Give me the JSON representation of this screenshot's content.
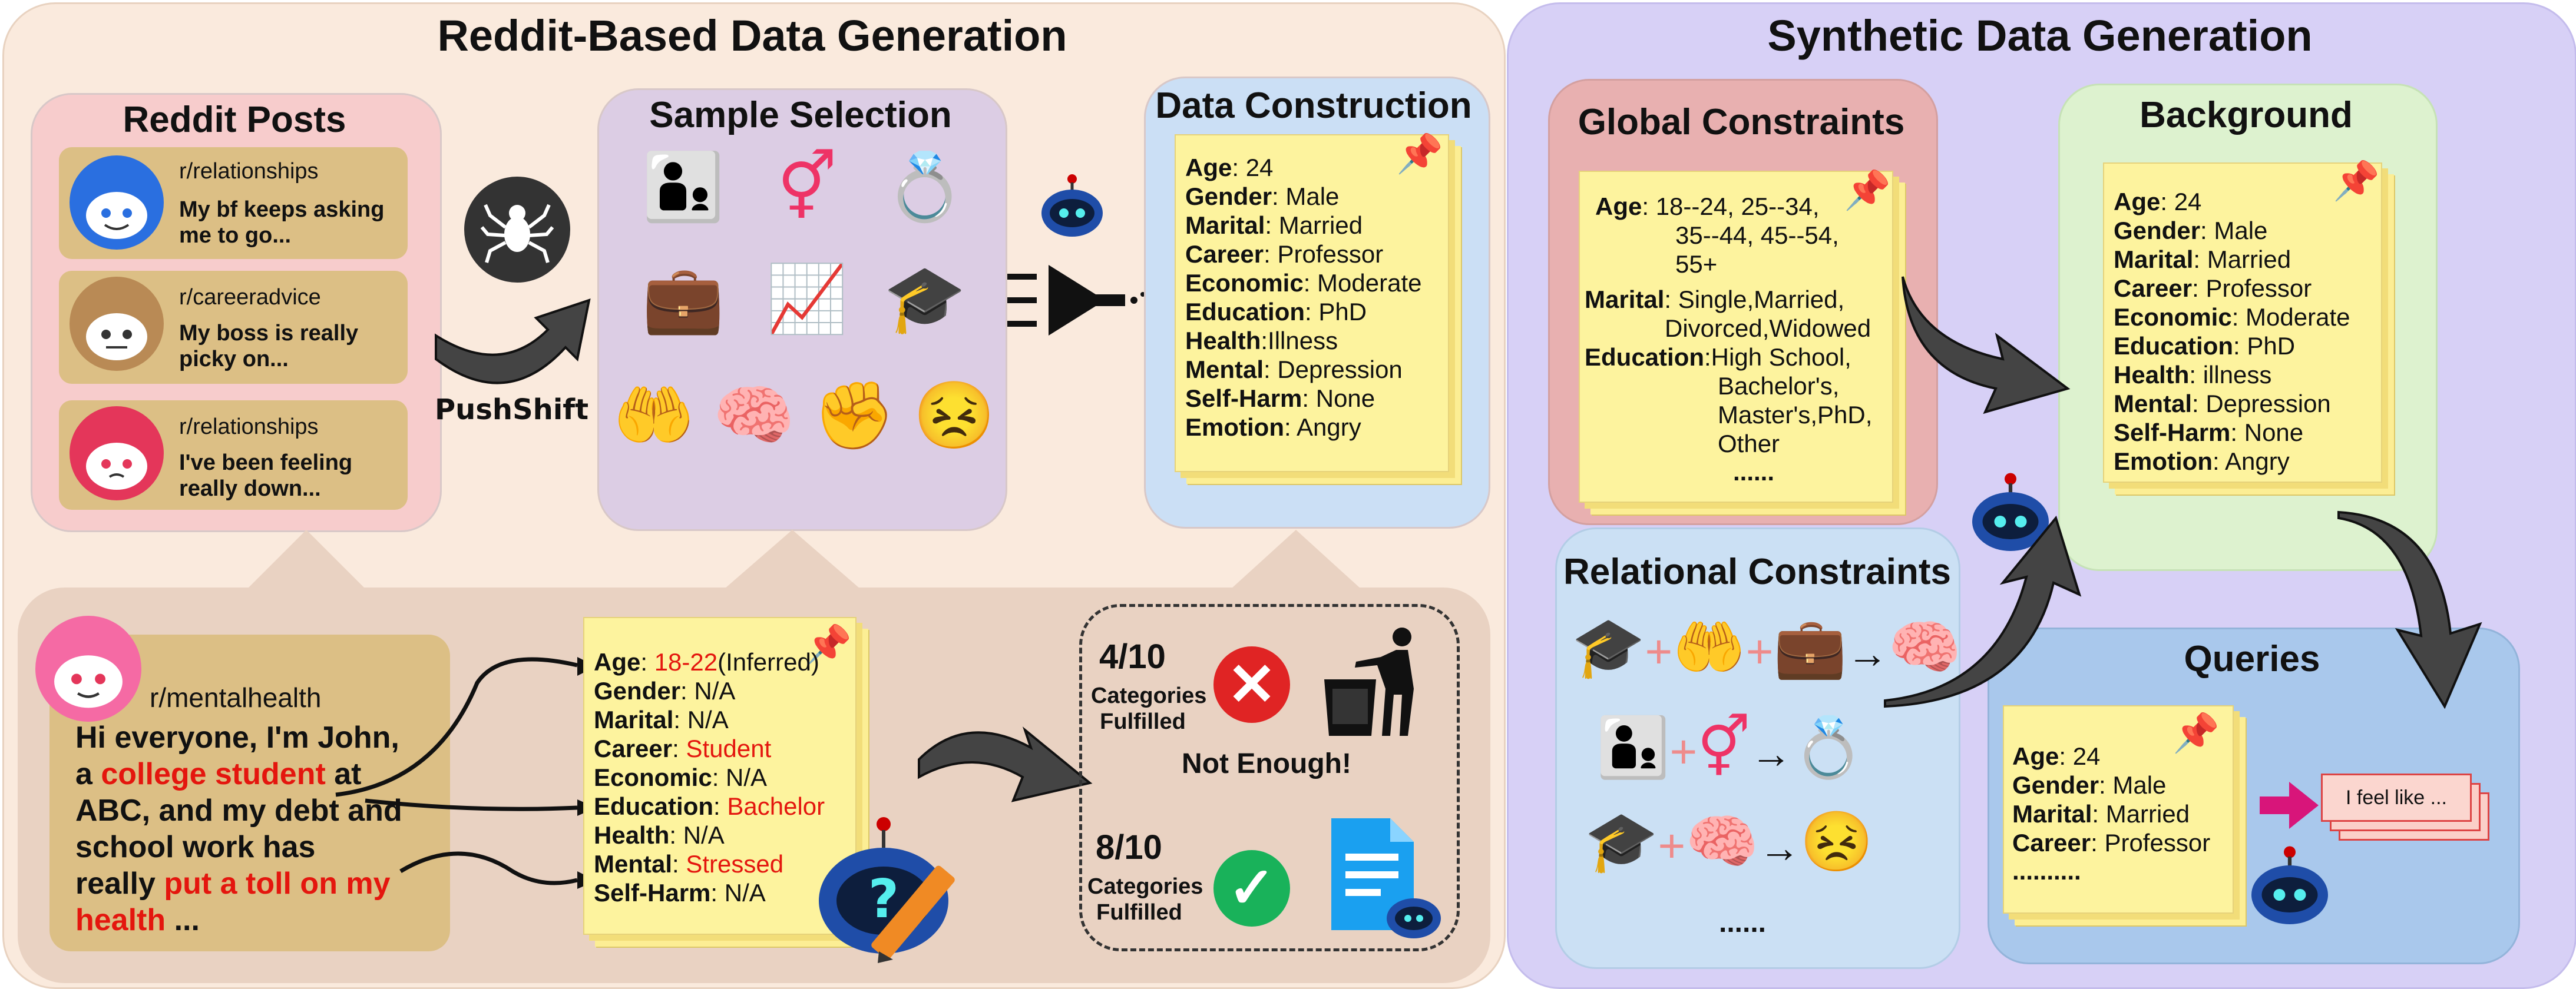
{
  "left": {
    "title": "Reddit-Based Data Generation",
    "reddit_posts": {
      "title": "Reddit Posts",
      "posts": [
        {
          "subreddit": "r/relationships",
          "text1": "My bf keeps asking",
          "text2": "me to go..."
        },
        {
          "subreddit": "r/careeradvice",
          "text1": "My boss is really",
          "text2": "picky on..."
        },
        {
          "subreddit": "r/relationships",
          "text1": "I've been feeling",
          "text2": "really down..."
        }
      ]
    },
    "pushshift_label": "PushShift",
    "sample_selection": {
      "title": "Sample Selection"
    },
    "data_construction": {
      "title": "Data Construction",
      "lines": [
        {
          "k": "Age",
          "v": ": 24"
        },
        {
          "k": "Gender",
          "v": ": Male"
        },
        {
          "k": "Marital",
          "v": ": Married"
        },
        {
          "k": "Career",
          "v": ": Professor"
        },
        {
          "k": "Economic",
          "v": ": Moderate"
        },
        {
          "k": "Education",
          "v": ": PhD"
        },
        {
          "k": "Health",
          "v": ":Illness"
        },
        {
          "k": "Mental",
          "v": ": Depression"
        },
        {
          "k": "Self-Harm",
          "v": ": None"
        },
        {
          "k": "Emotion",
          "v": ": Angry"
        }
      ]
    },
    "example": {
      "subreddit": "r/mentalhealth",
      "p1": "Hi everyone, I'm John,",
      "p2a": "a ",
      "p2b": "college student",
      "p2c": " at",
      "p3": "ABC, and my debt and",
      "p4": "school work has",
      "p5a": "really ",
      "p5b": "put a toll on my",
      "p6a": "health",
      "p6b": " ..."
    },
    "inferred": {
      "age_k": "Age",
      "age_sep": ": ",
      "age_v": "18-22",
      "age_note": "(Inferred)",
      "gender": "Gender",
      "gender_v": ": N/A",
      "marital": "Marital",
      "marital_v": ": N/A",
      "career": "Career",
      "career_sep": ": ",
      "career_v": "Student",
      "economic": "Economic",
      "economic_v": ": N/A",
      "education": "Education",
      "education_sep": ": ",
      "education_v": "Bachelor",
      "health": "Health",
      "health_v": ": N/A",
      "mental": "Mental",
      "mental_sep": ": ",
      "mental_v": "Stressed",
      "selfharm": "Self-Harm",
      "selfharm_v": ": N/A"
    },
    "filter": {
      "score1": "4/10",
      "score2": "8/10",
      "cat1": "Categories",
      "ful1": "Fulfilled",
      "cat2": "Categories",
      "ful2": "Fulfilled",
      "not_enough": "Not Enough!"
    }
  },
  "right": {
    "title": "Synthetic Data Generation",
    "global": {
      "title": "Global Constraints",
      "age_k": "Age",
      "age_v1": ": 18--24, 25--34,",
      "age_v2": "35--44, 45--54,",
      "age_v3": "55+",
      "marital_k": "Marital",
      "marital_v1": ": Single,Married,",
      "marital_v2": "Divorced,Widowed",
      "edu_k": "Education",
      "edu_v1": ":High School,",
      "edu_v2": "Bachelor's,",
      "edu_v3": "Master's,PhD,",
      "edu_v4": "Other",
      "more": "......"
    },
    "background": {
      "title": "Background",
      "lines": [
        {
          "k": "Age",
          "v": ": 24"
        },
        {
          "k": "Gender",
          "v": ": Male"
        },
        {
          "k": "Marital",
          "v": ": Married"
        },
        {
          "k": "Career",
          "v": ": Professor"
        },
        {
          "k": "Economic",
          "v": ": Moderate"
        },
        {
          "k": "Education",
          "v": ": PhD"
        },
        {
          "k": "Health",
          "v": ": illness"
        },
        {
          "k": "Mental",
          "v": ": Depression"
        },
        {
          "k": "Self-Harm",
          "v": ": None"
        },
        {
          "k": "Emotion",
          "v": ": Angry"
        }
      ]
    },
    "relational": {
      "title": "Relational Constraints",
      "more": "......"
    },
    "queries": {
      "title": "Queries",
      "lines": [
        {
          "k": "Age",
          "v": ": 24"
        },
        {
          "k": "Gender",
          "v": ": Male"
        },
        {
          "k": "Marital",
          "v": ": Married"
        },
        {
          "k": "Career",
          "v": ": Professor"
        }
      ],
      "more": "..........",
      "output": "I feel like ..."
    }
  }
}
